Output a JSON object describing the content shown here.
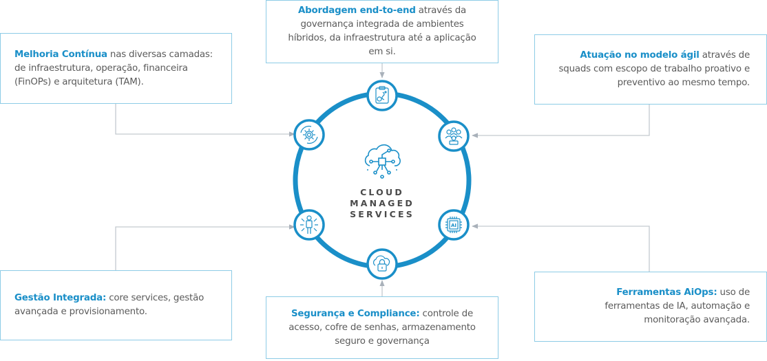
{
  "center": {
    "title_lines": [
      "CLOUD",
      "MANAGED",
      "SERVICES"
    ],
    "icon": "cloud-circuit-icon"
  },
  "colors": {
    "accent": "#1a8fc8",
    "ring": "#1a8fc8",
    "text": "#5a5a5a",
    "box_border": "#8ccbe6",
    "connector": "#b9c0c8"
  },
  "boxes": {
    "top": {
      "highlight": "Abordagem end-to-end",
      "text": " através da governança integrada de ambientes híbridos, da infraestrutura até a aplicação em si.",
      "icon": "clipboard-strategy-icon"
    },
    "top_left": {
      "highlight": "Melhoria Contínua",
      "text": " nas diversas camadas: de infraestrutura, operação, financeira (FinOPs) e arquitetura (TAM).",
      "icon": "gear-cycle-icon"
    },
    "top_right": {
      "highlight": "Atuação no modelo ágil",
      "text": " através de squads com escopo de trabalho proativo e preventivo ao mesmo tempo.",
      "icon": "team-squad-icon"
    },
    "bottom_left": {
      "highlight": "Gestão Integrada:",
      "text": " core services, gestão avançada e provisionamento.",
      "icon": "person-focus-icon"
    },
    "bottom": {
      "highlight": "Segurança e Compliance:",
      "text": " controle de acesso, cofre de senhas, armazenamento seguro e governança",
      "icon": "cloud-lock-icon"
    },
    "bottom_right": {
      "highlight": "Ferramentas AiOps:",
      "text": " uso de ferramentas de IA, automação e monitoração avançada.",
      "icon": "ai-chip-icon"
    }
  }
}
